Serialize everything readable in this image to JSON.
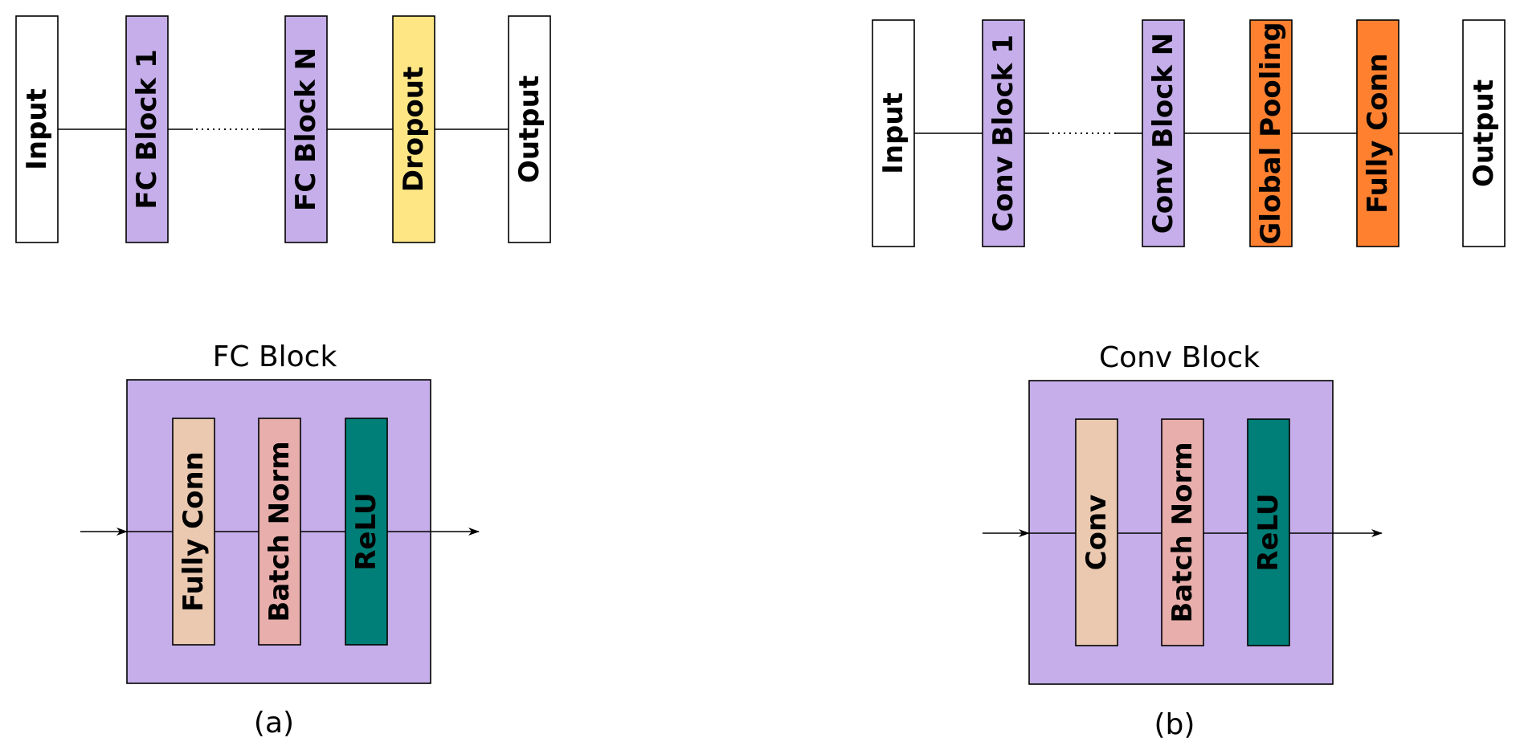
{
  "colors": {
    "white": "#ffffff",
    "block_purple": "#c5aee9",
    "dropout_yellow": "#ffe685",
    "output_orange": "#ff8130",
    "fc_peach": "#ebc9b0",
    "batchnorm_pink": "#e8aeab",
    "relu_teal": "#007f78",
    "container_purple": "#c5aee9",
    "stroke": "#000000"
  },
  "panel_a": {
    "pipeline": [
      "Input",
      "FC Block 1",
      "FC Block N",
      "Dropout",
      "Output"
    ],
    "block_title": "FC Block",
    "block_layers": [
      "Fully Conn",
      "Batch Norm",
      "ReLU"
    ],
    "caption": "(a)"
  },
  "panel_b": {
    "pipeline": [
      "Input",
      "Conv Block 1",
      "Conv Block N",
      "Global Pooling",
      "Fully Conn",
      "Output"
    ],
    "block_title": "Conv Block",
    "block_layers": [
      "Conv",
      "Batch Norm",
      "ReLU"
    ],
    "caption": "(b)"
  }
}
